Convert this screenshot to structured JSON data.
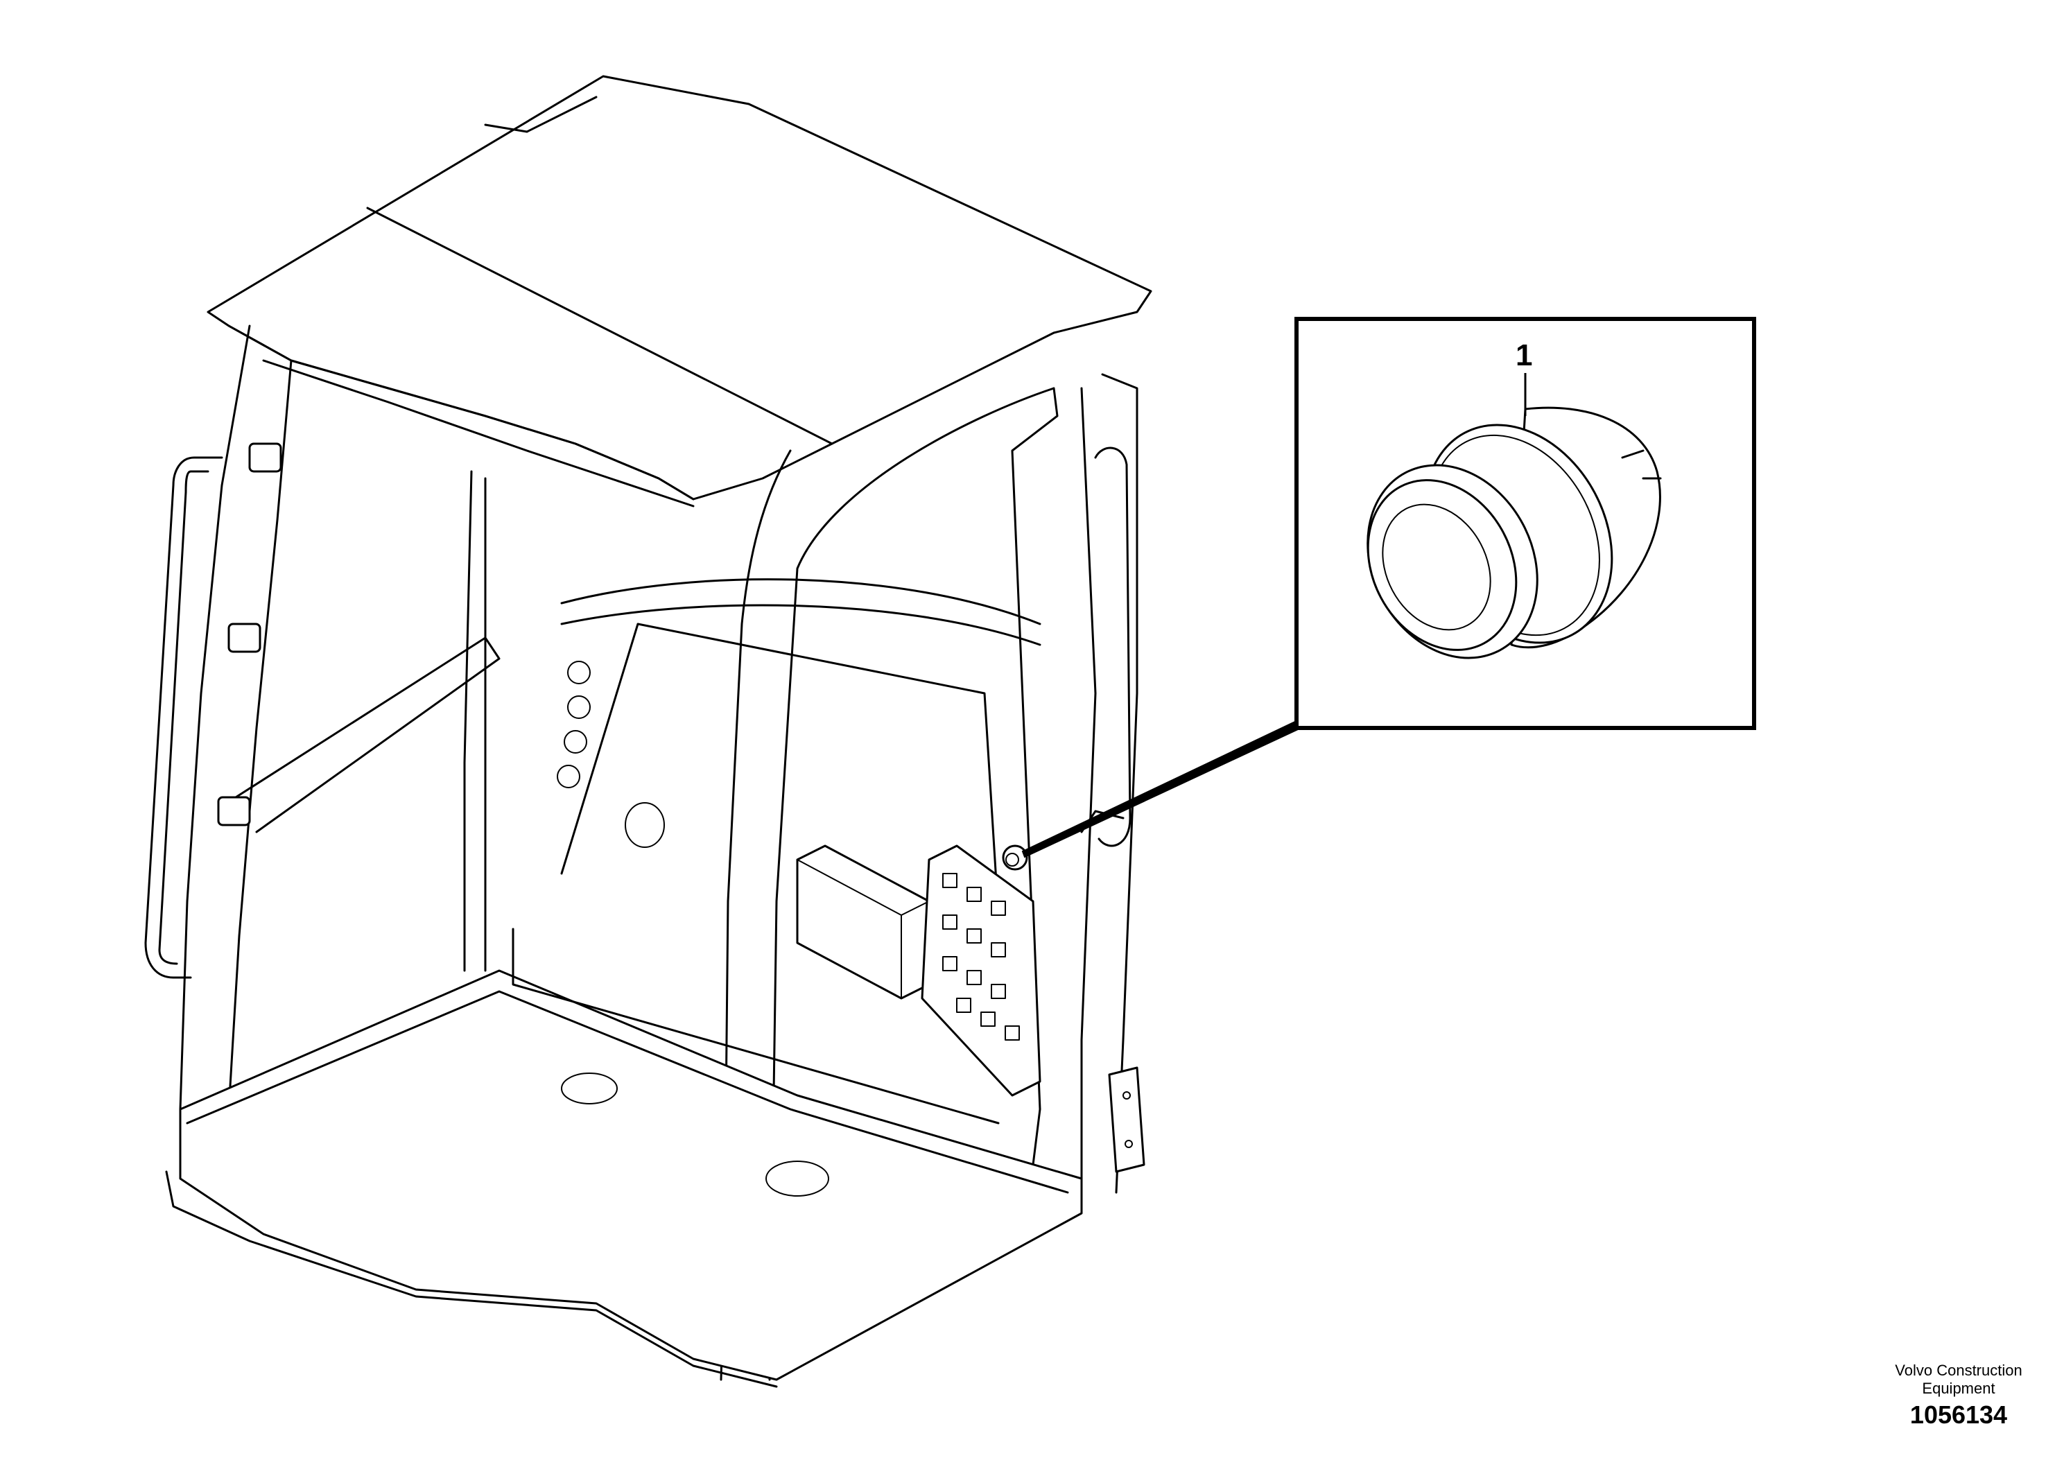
{
  "diagram": {
    "callouts": [
      {
        "number": "1"
      }
    ]
  },
  "footer": {
    "publisher_line1": "Volvo Construction",
    "publisher_line2": "Equipment",
    "image_number": "1056134"
  }
}
